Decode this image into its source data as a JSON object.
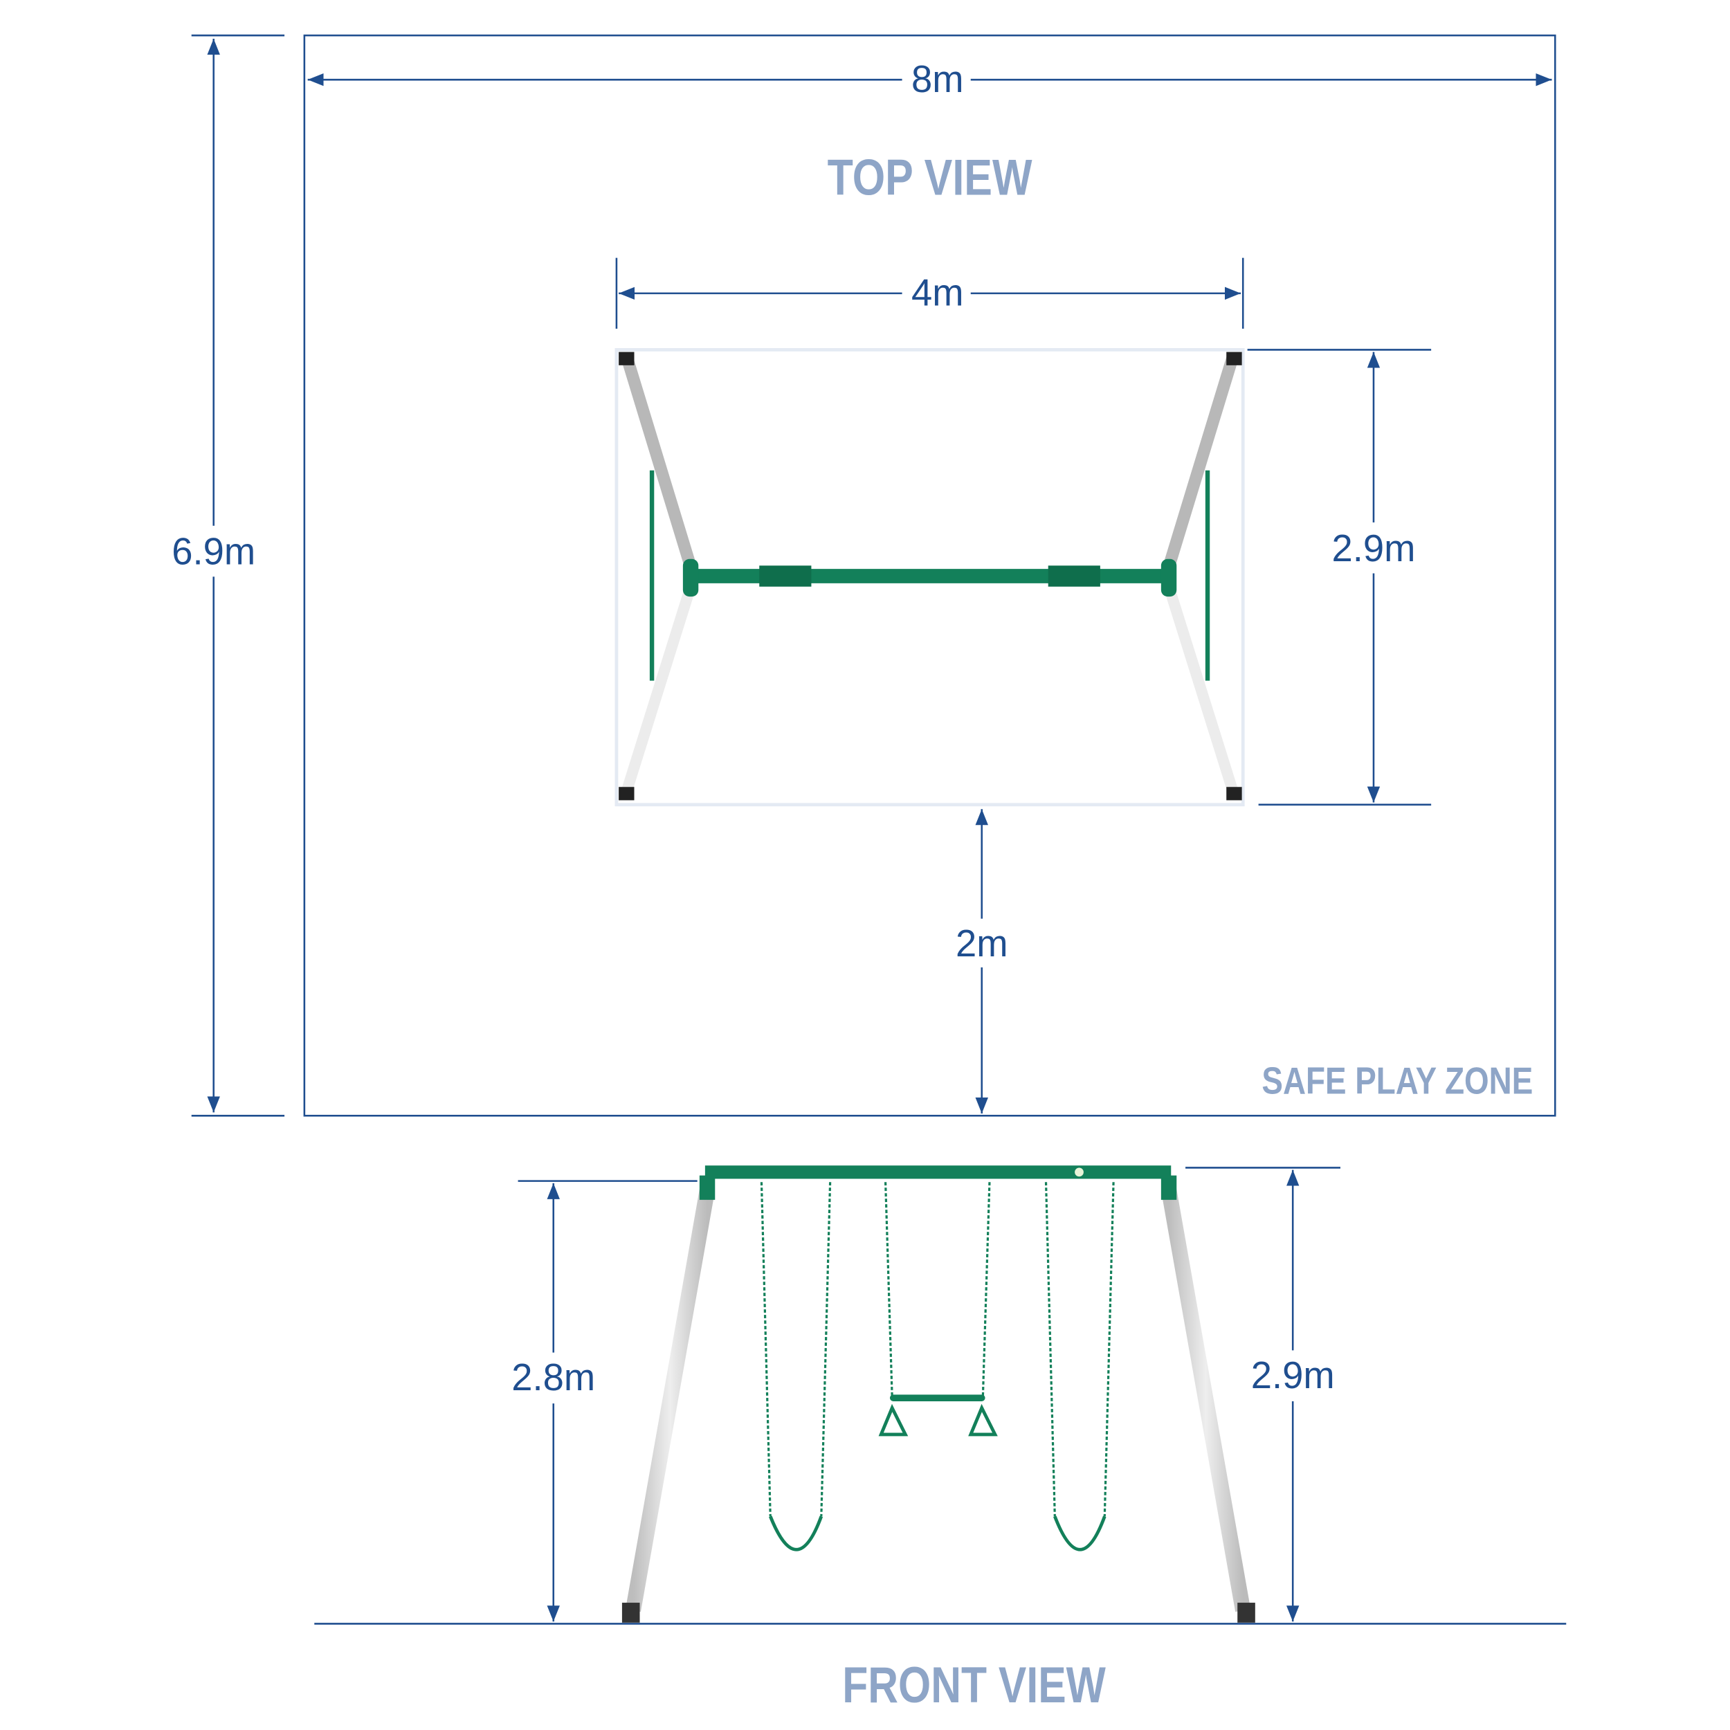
{
  "top_view": {
    "title": "TOP VIEW",
    "zone_label": "SAFE PLAY ZONE",
    "zone_width": "8m",
    "zone_depth": "6.9m",
    "frame_width": "4m",
    "frame_depth": "2.9m",
    "clearance": "2m"
  },
  "front_view": {
    "title": "FRONT VIEW",
    "beam_height": "2.8m",
    "overall_height": "2.9m"
  },
  "colors": {
    "dimension": "#1f4e8f",
    "title": "#8ea5c7",
    "frame_green": "#13805a",
    "leg_white": "#e8e8e8"
  }
}
